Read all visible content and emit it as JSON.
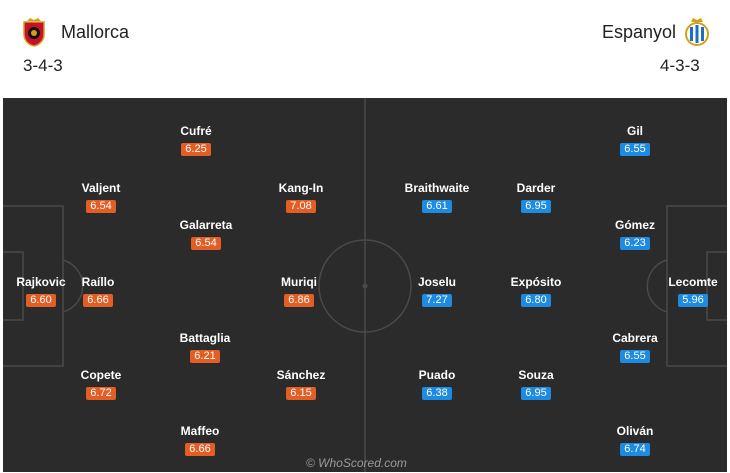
{
  "colors": {
    "home_rating": "#e35e25",
    "away_rating": "#1d8be1",
    "pitch": "#2b2b2b"
  },
  "home": {
    "name": "Mallorca",
    "formation": "3-4-3",
    "crest_icon": "mallorca-crest-icon",
    "players": [
      {
        "name": "Rajkovic",
        "rating": "6.60"
      },
      {
        "name": "Valjent",
        "rating": "6.54"
      },
      {
        "name": "Raíllo",
        "rating": "6.66"
      },
      {
        "name": "Copete",
        "rating": "6.72"
      },
      {
        "name": "Cufré",
        "rating": "6.25"
      },
      {
        "name": "Galarreta",
        "rating": "6.54"
      },
      {
        "name": "Battaglia",
        "rating": "6.21"
      },
      {
        "name": "Maffeo",
        "rating": "6.66"
      },
      {
        "name": "Kang-In",
        "rating": "7.08"
      },
      {
        "name": "Muriqi",
        "rating": "6.86"
      },
      {
        "name": "Sánchez",
        "rating": "6.15"
      }
    ]
  },
  "away": {
    "name": "Espanyol",
    "formation": "4-3-3",
    "crest_icon": "espanyol-crest-icon",
    "players": [
      {
        "name": "Braithwaite",
        "rating": "6.61"
      },
      {
        "name": "Joselu",
        "rating": "7.27"
      },
      {
        "name": "Puado",
        "rating": "6.38"
      },
      {
        "name": "Darder",
        "rating": "6.95"
      },
      {
        "name": "Expósito",
        "rating": "6.80"
      },
      {
        "name": "Souza",
        "rating": "6.95"
      },
      {
        "name": "Gil",
        "rating": "6.55"
      },
      {
        "name": "Gómez",
        "rating": "6.23"
      },
      {
        "name": "Cabrera",
        "rating": "6.55"
      },
      {
        "name": "Oliván",
        "rating": "6.74"
      },
      {
        "name": "Lecomte",
        "rating": "5.96"
      }
    ]
  },
  "watermark": "© WhoScored.com"
}
